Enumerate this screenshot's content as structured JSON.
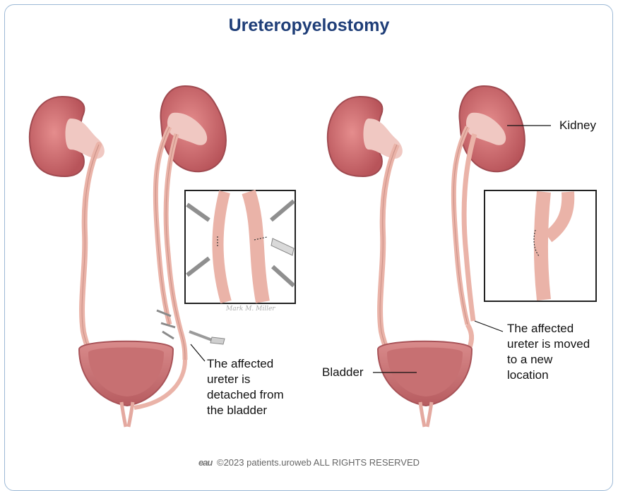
{
  "title": "Ureteropyelostomy",
  "labels": {
    "kidney": "Kidney",
    "bladder": "Bladder",
    "detached": [
      "The affected",
      "ureter is",
      "detached from",
      "the bladder"
    ],
    "moved": [
      "The affected",
      "ureter is moved",
      "to a new",
      "location"
    ]
  },
  "signature": "Mark M. Miller",
  "footer": {
    "logo": "eau",
    "text": "©2023 patients.uroweb ALL RIGHTS RESERVED"
  },
  "colors": {
    "kidney": "#c8646a",
    "ureter": "#eab3a8",
    "title": "#1f3e78",
    "frame": "#9db9d6"
  }
}
